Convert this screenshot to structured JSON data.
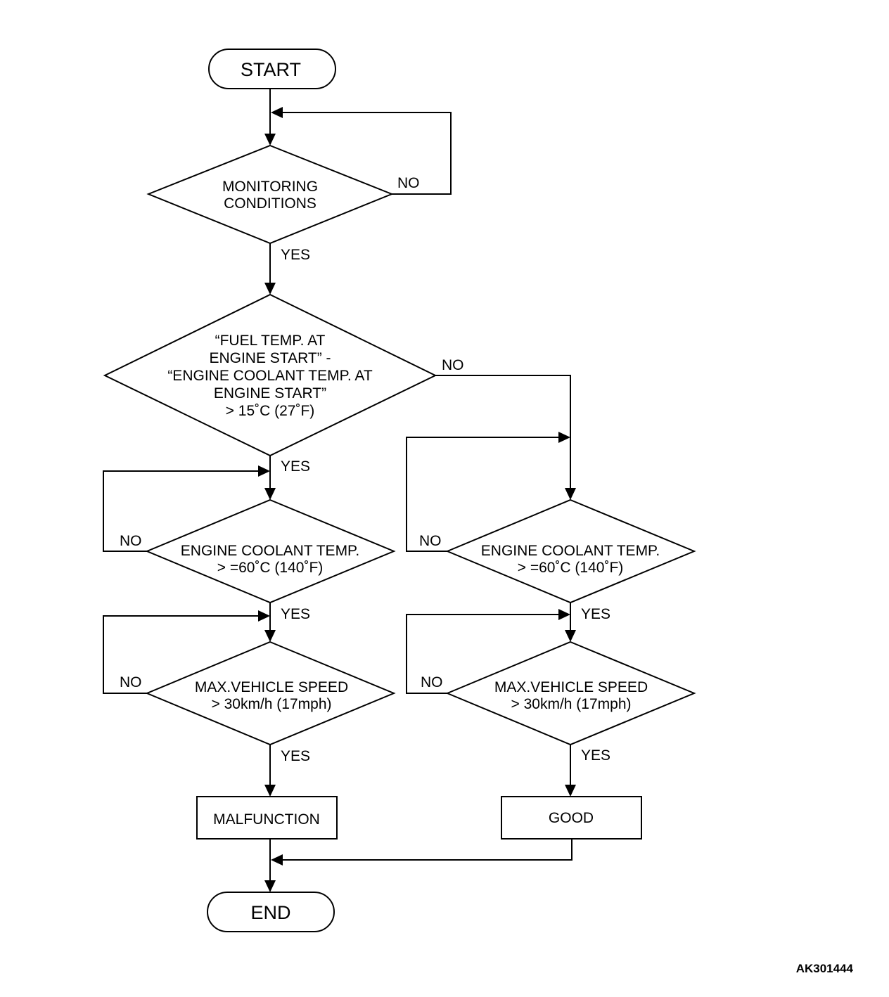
{
  "nodes": {
    "start": "START",
    "monitoring": [
      "MONITORING",
      "CONDITIONS"
    ],
    "fuel_temp": [
      "“FUEL TEMP. AT",
      "ENGINE START” -",
      "“ENGINE COOLANT TEMP. AT",
      "ENGINE START”",
      "> 15˚C (27˚F)"
    ],
    "coolant_left": [
      "ENGINE COOLANT TEMP.",
      "> =60˚C (140˚F)"
    ],
    "coolant_right": [
      "ENGINE COOLANT TEMP.",
      "> =60˚C (140˚F)"
    ],
    "speed_left": [
      "MAX.VEHICLE SPEED",
      "> 30km/h (17mph)"
    ],
    "speed_right": [
      "MAX.VEHICLE SPEED",
      "> 30km/h (17mph)"
    ],
    "malfunction": "MALFUNCTION",
    "good": "GOOD",
    "end": "END"
  },
  "labels": {
    "yes": "YES",
    "no": "NO"
  },
  "figure_code": "AK301444"
}
